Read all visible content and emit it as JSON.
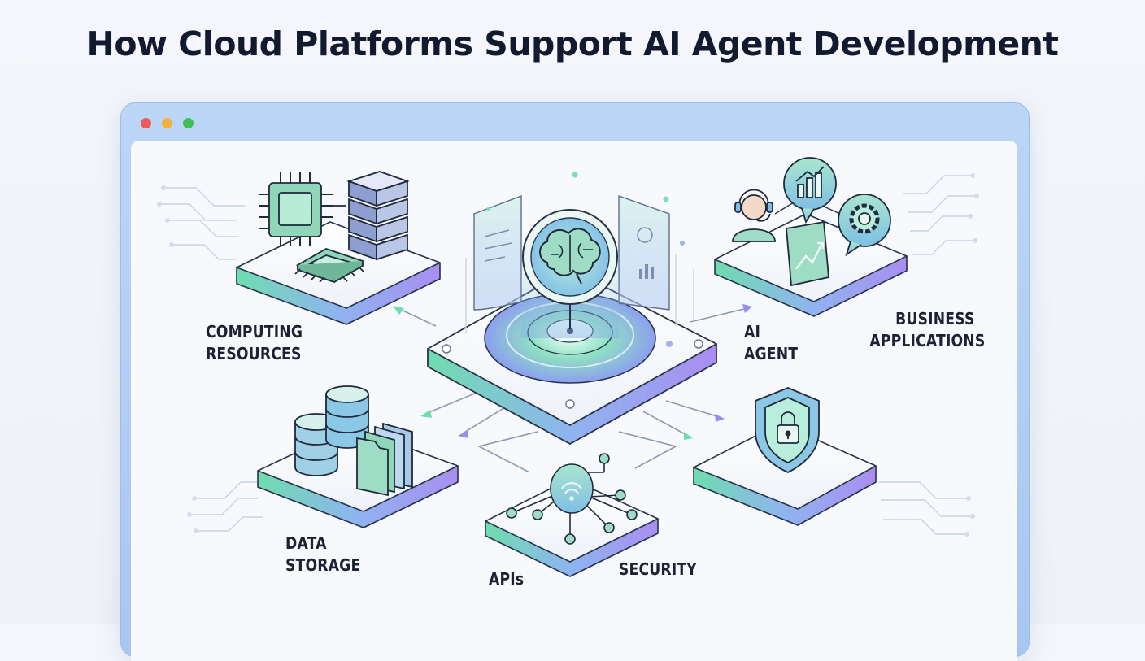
{
  "title": "How Cloud Platforms Support AI Agent Development",
  "window": {
    "controls": [
      "close",
      "minimize",
      "maximize"
    ]
  },
  "labels": {
    "computing": [
      "COMPUTING",
      "RESOURCES"
    ],
    "ai_agent": [
      "AI",
      "AGENT"
    ],
    "business": [
      "BUSINESS",
      "APPLICATIONS"
    ],
    "data_storage": [
      "DATA",
      "STORAGE"
    ],
    "apis": "APIs",
    "security": "SECURITY"
  },
  "colors": {
    "title": "#111a2e",
    "window_frame": "#a8c6f0",
    "accent_green": "#5fd3a0",
    "accent_purple": "#9b8cf0",
    "accent_blue": "#6fa8e8",
    "icon_stroke": "#1f2a3a"
  },
  "icons": [
    "cpu-chip-icon",
    "server-stack-icon",
    "brain-icon",
    "headset-agent-icon",
    "bar-chart-icon",
    "gear-icon",
    "trend-chart-icon",
    "database-icon",
    "folder-files-icon",
    "wifi-hub-icon",
    "shield-lock-icon"
  ]
}
